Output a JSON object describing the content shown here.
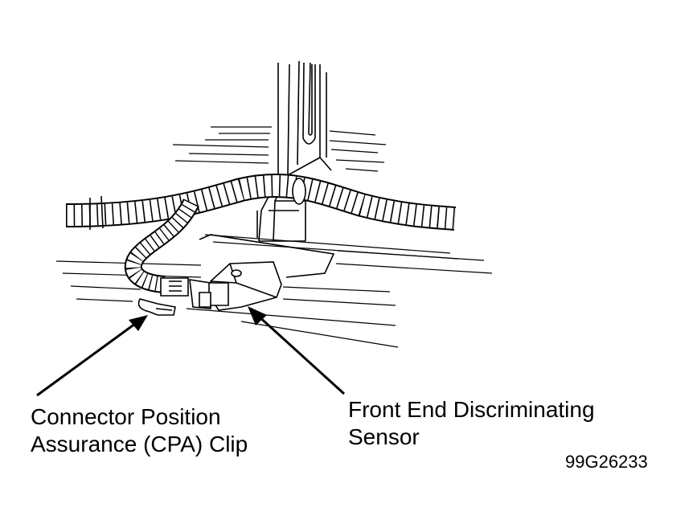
{
  "labels": {
    "cpa_clip_line1": "Connector Position",
    "cpa_clip_line2": "Assurance (CPA) Clip",
    "sensor_line1": "Front End Discriminating",
    "sensor_line2": "Sensor"
  },
  "figure_id": "99G26233"
}
